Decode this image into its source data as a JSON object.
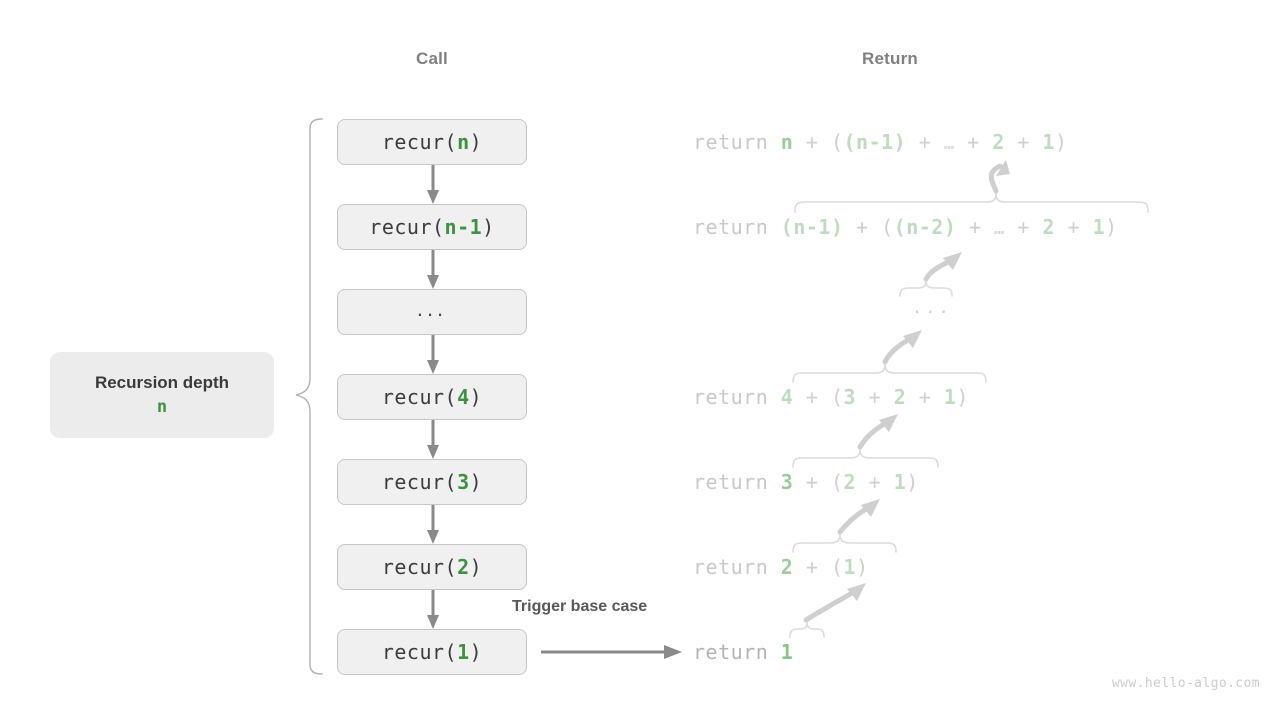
{
  "diagram": {
    "title_hidden": "Recursion call and return stack",
    "watermark": "www.hello-algo.com",
    "headers": {
      "call": "Call",
      "return": "Return"
    },
    "depth_badge": {
      "title": "Recursion depth",
      "value": "n"
    },
    "trigger_label": "Trigger base case",
    "call_stack": [
      {
        "prefix": "recur(",
        "arg": "n",
        "suffix": ")",
        "is_ellipsis": false
      },
      {
        "prefix": "recur(",
        "arg": "n-1",
        "suffix": ")",
        "is_ellipsis": false
      },
      {
        "prefix": "",
        "arg": "...",
        "suffix": "",
        "is_ellipsis": true
      },
      {
        "prefix": "recur(",
        "arg": "4",
        "suffix": ")",
        "is_ellipsis": false
      },
      {
        "prefix": "recur(",
        "arg": "3",
        "suffix": ")",
        "is_ellipsis": false
      },
      {
        "prefix": "recur(",
        "arg": "2",
        "suffix": ")",
        "is_ellipsis": false
      },
      {
        "prefix": "recur(",
        "arg": "1",
        "suffix": ")",
        "is_ellipsis": false
      }
    ],
    "return_lines": [
      {
        "keyword": "return",
        "expr": "n + ((n-1) + … + 2 + 1)",
        "head": "n",
        "tail": "((n-1) + … + 2 + 1)"
      },
      {
        "keyword": "return",
        "expr": "(n-1) + ((n-2) + … + 2 + 1)",
        "head": "(n-1)",
        "tail": "((n-2) + … + 2 + 1)"
      },
      {
        "keyword": "",
        "expr": "...",
        "head": "",
        "tail": ""
      },
      {
        "keyword": "return",
        "expr": "4 + (3 + 2 + 1)",
        "head": "4",
        "tail": "(3 + 2 + 1)"
      },
      {
        "keyword": "return",
        "expr": "3 + (2 + 1)",
        "head": "3",
        "tail": "(2 + 1)"
      },
      {
        "keyword": "return",
        "expr": "2 + (1)",
        "head": "2",
        "tail": "(1)"
      },
      {
        "keyword": "return",
        "expr": "1",
        "head": "1",
        "tail": ""
      }
    ],
    "colors": {
      "green_solid": "#3f9142",
      "green_faded": "#c0dcc0",
      "gray_text": "#c9c9c9",
      "box_fill": "#f0f0f0",
      "box_border": "#c6c6c6",
      "arrow": "#8a8a8a",
      "badge_fill": "#ececec"
    }
  }
}
